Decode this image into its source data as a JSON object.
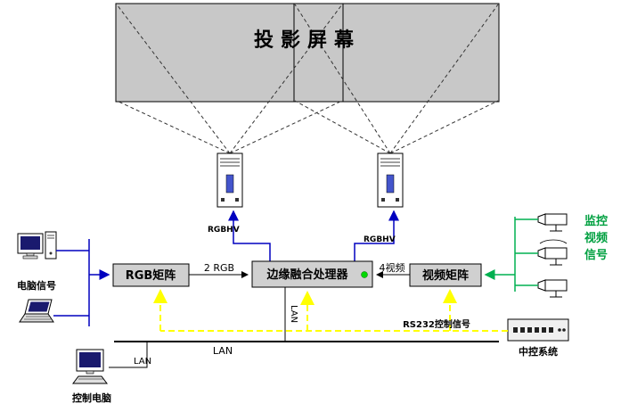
{
  "labels": {
    "screen": "投影屏幕",
    "rgb_matrix": "RGB矩阵",
    "edge_blender": "边缘融合处理器",
    "video_matrix": "视频矩阵",
    "two_rgb": "2 RGB",
    "four_video": "4视频",
    "rgbhv_left": "RGBHV",
    "rgbhv_right": "RGBHV",
    "computer_signal": "电脑信号",
    "control_computer": "控制电脑",
    "surveillance_signal": "监控视频信号",
    "central_control": "中控系统",
    "rs232": "RS232控制信号",
    "lan_mid": "LAN",
    "lan_bus": "LAN",
    "lan_left": "LAN"
  },
  "colors": {
    "screen_fill": "#c8c8c8",
    "device_fill": "#d0d0d0",
    "rgb_signal_blue": "#0000bf",
    "video_signal_green": "#00b050",
    "control_signal_yellow": "#ffff00",
    "rs232_text_olive": "#a0a000",
    "led_green": "#00d800"
  }
}
